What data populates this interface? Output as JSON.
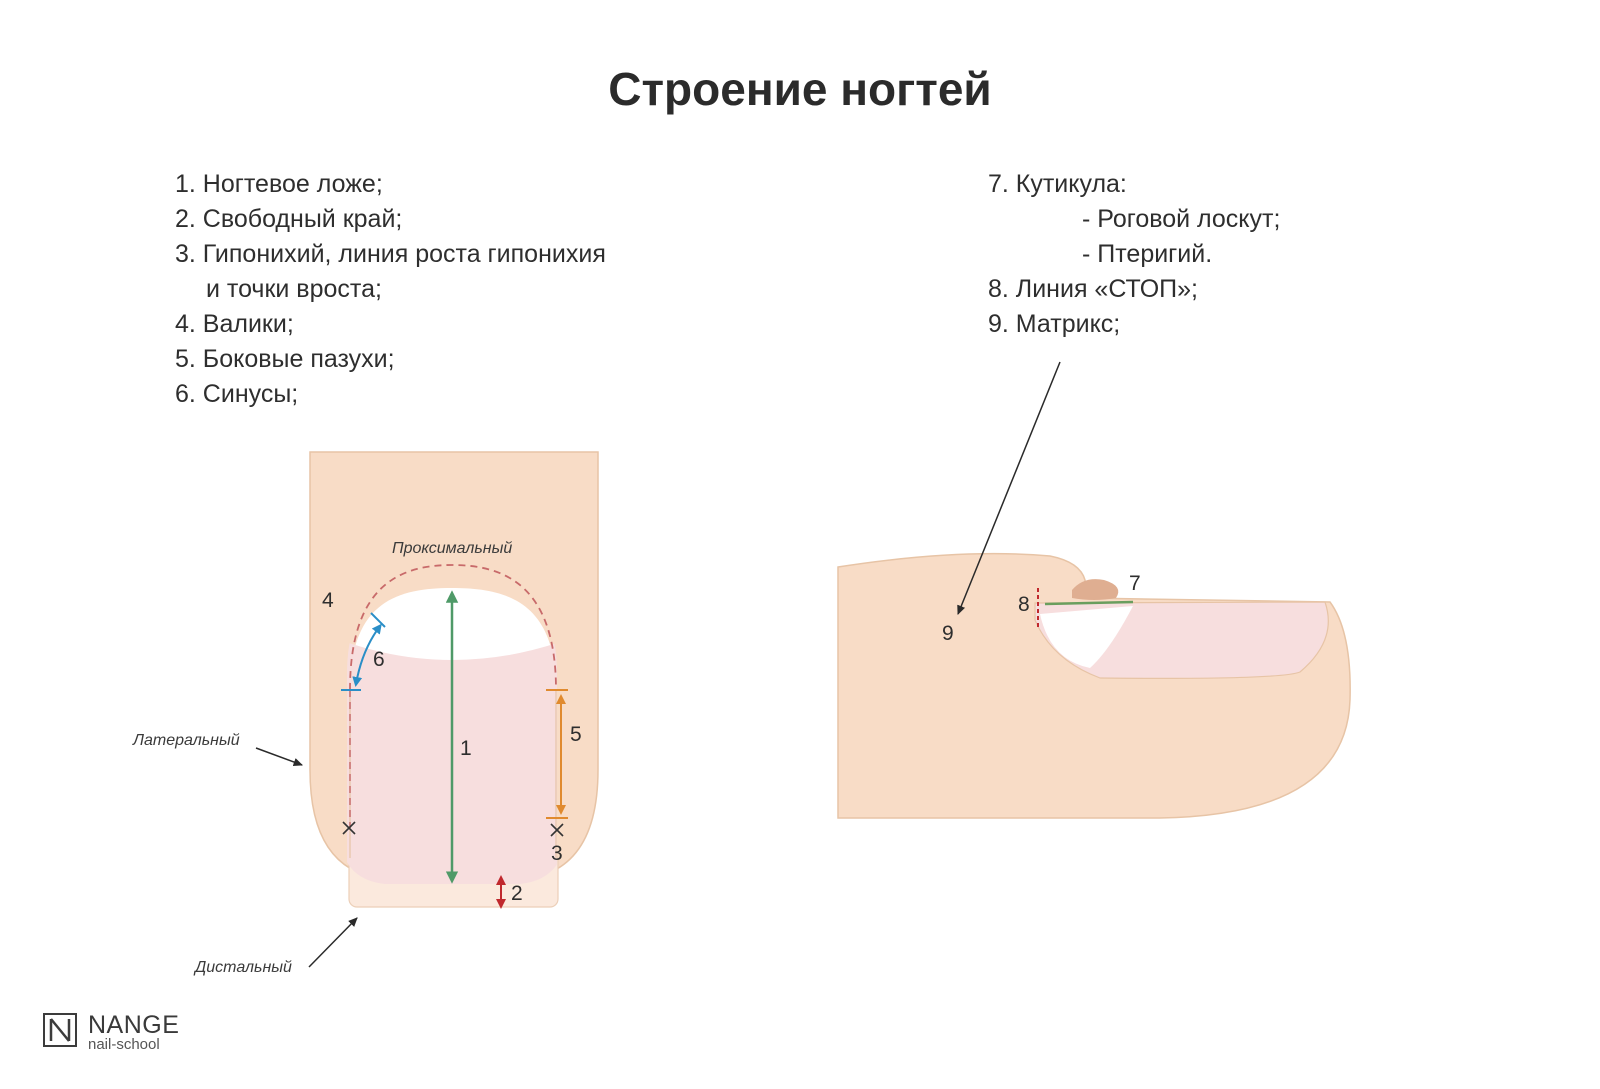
{
  "title": "Строение ногтей",
  "legend_left": [
    "1. Ногтевое ложе;",
    "2. Свободный край;",
    "3. Гипонихий, линия роста гипонихия",
    "и точки вроста;",
    "4. Валики;",
    "5. Боковые пазухи;",
    "6. Синусы;"
  ],
  "legend_right": [
    "7. Кутикула:",
    "- Роговой лоскут;",
    "- Птеригий.",
    "8. Линия «СТОП»;",
    "9. Матрикс;"
  ],
  "front_view": {
    "direction_labels": {
      "proximal": "Проксимальный",
      "lateral": "Латеральный",
      "distal": "Дистальный"
    },
    "numbers": [
      "1",
      "2",
      "3",
      "4",
      "5",
      "6"
    ]
  },
  "side_view": {
    "numbers": [
      "7",
      "8",
      "9"
    ]
  },
  "logo": {
    "name": "NANGE",
    "subtitle": "nail-school"
  },
  "colors": {
    "skin": "#f8dcc6",
    "skin_outline": "#e7c4a6",
    "nail_bed": "#f7dede",
    "free_edge": "#fbe9dd",
    "bed_arrow": "#4f9a68",
    "free_edge_arrow": "#c0282d",
    "sinus_marker": "#2a8ec7",
    "sinus_dash": "#c86a6a",
    "lateral_fold": "#e08a2e",
    "cuticle": "#dfae91",
    "pterygium": "#6a9e5e",
    "stop_line": "#c0282d"
  }
}
